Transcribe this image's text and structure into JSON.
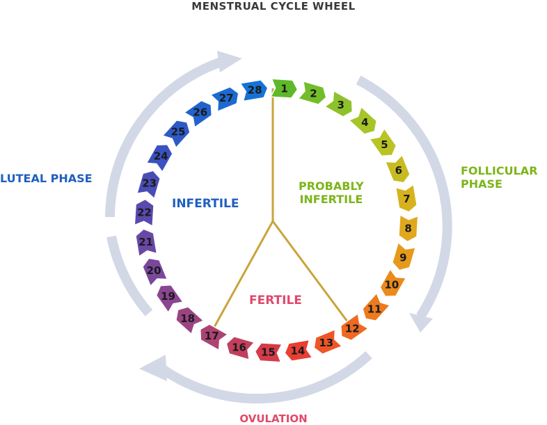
{
  "title": "MENSTRUAL CYCLE WHEEL",
  "phases": {
    "luteal": "LUTEAL PHASE",
    "follicular_line1": "FOLLICULAR",
    "follicular_line2": "PHASE",
    "ovulation": "OVULATION"
  },
  "zones": {
    "infertile": "INFERTILE",
    "probably_line1": "PROBABLY",
    "probably_line2": "INFERTILE",
    "fertile": "FERTILE"
  },
  "days": [
    "1",
    "2",
    "3",
    "4",
    "5",
    "6",
    "7",
    "8",
    "9",
    "10",
    "11",
    "12",
    "13",
    "14",
    "15",
    "16",
    "17",
    "18",
    "19",
    "20",
    "21",
    "22",
    "23",
    "24",
    "25",
    "26",
    "27",
    "28"
  ],
  "colors": {
    "title": "#3a3a3a",
    "luteal": "#1f5fbf",
    "follicular": "#7cb518",
    "ovulation": "#e0486a",
    "infertile": "#1f5fbf",
    "probably": "#7cb518",
    "fertile": "#e0486a",
    "arrows": "#d3d8e6",
    "divider": "#c9a43a",
    "day_text": "#1a1a1a"
  },
  "day_colors": [
    "#5fb82a",
    "#73bd2a",
    "#8ec22a",
    "#a5c528",
    "#b9c424",
    "#c6bc22",
    "#d6b31e",
    "#e0a81e",
    "#e69a1c",
    "#ea8b1c",
    "#ec7a1e",
    "#ee6a22",
    "#ee5628",
    "#e83f33",
    "#d53b48",
    "#c23f5e",
    "#ac4372",
    "#9a4582",
    "#8a4690",
    "#7a479c",
    "#6a48a6",
    "#5a49ae",
    "#4a4cb6",
    "#3a52bf",
    "#2d5ac7",
    "#2262cd",
    "#1c6ad2",
    "#1672d6"
  ]
}
